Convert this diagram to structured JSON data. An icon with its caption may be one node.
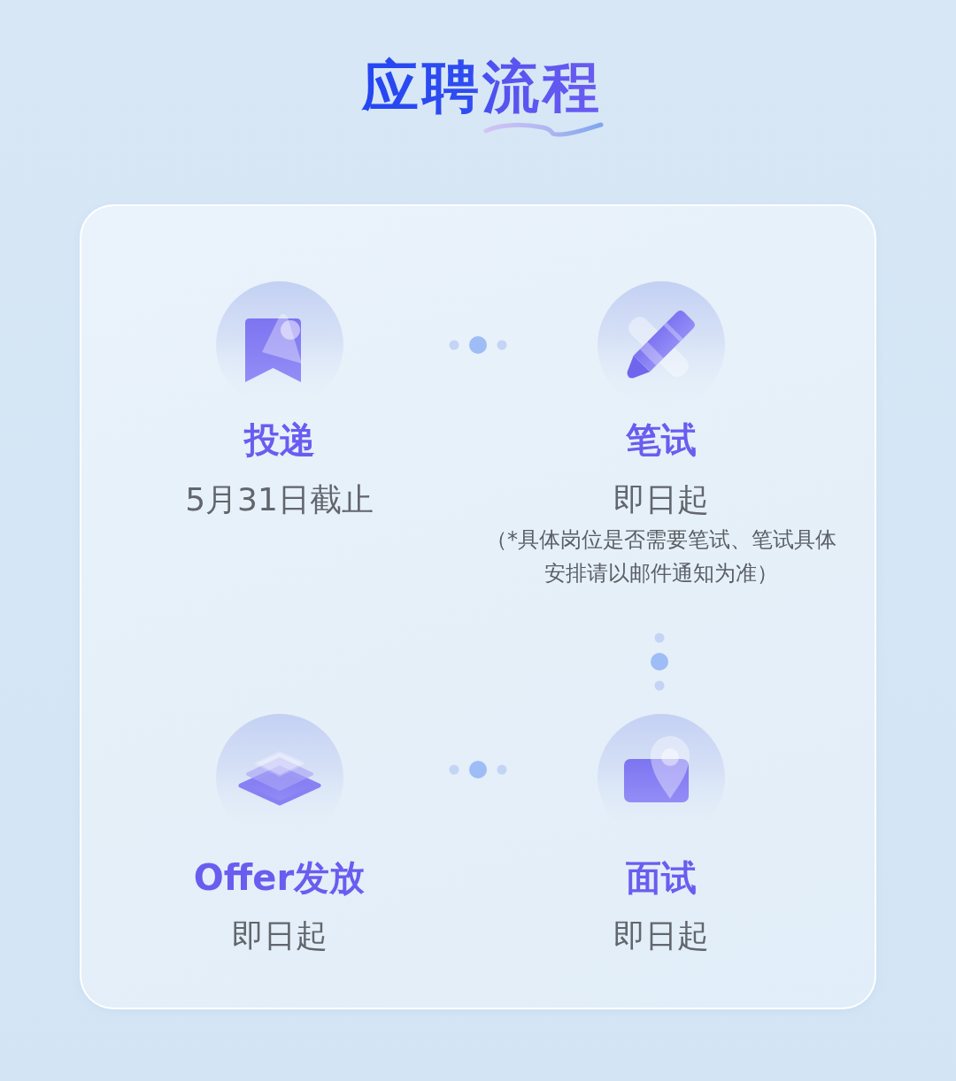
{
  "diagram": {
    "title": "应聘流程",
    "nodes": [
      {
        "text": [],
        "shape": "box"
      },
      {
        "text": [
          "投递",
          "5月31日截止"
        ],
        "in": 0
      },
      {
        "text": [
          "笔试",
          "即日起",
          "（*具体岗位是否需要笔试、笔试具体安排请以邮件通知为准）"
        ],
        "in": 0
      },
      {
        "text": [
          "Offer发放",
          "即日起"
        ],
        "in": 0
      },
      {
        "text": [
          "面试",
          "即日起"
        ],
        "in": 0
      }
    ]
  }
}
